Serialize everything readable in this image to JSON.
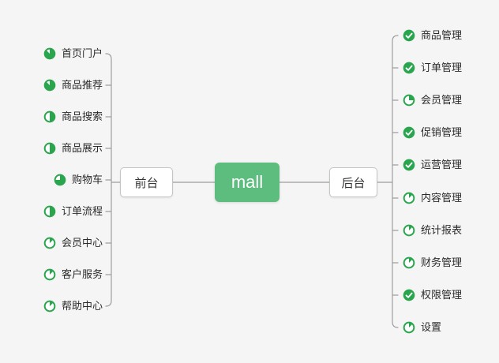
{
  "colors": {
    "accent": "#5dbd7f",
    "icon_green": "#29a54e",
    "line": "#9e9e9e",
    "node_border": "#c3c6c3",
    "text": "#2b2b2b",
    "background": "#f5f5f5"
  },
  "root": {
    "label": "mall"
  },
  "branches": {
    "front": {
      "label": "前台",
      "items": [
        {
          "label": "首页门户",
          "icon": "pie",
          "progress": 0.875
        },
        {
          "label": "商品推荐",
          "icon": "pie",
          "progress": 0.875
        },
        {
          "label": "商品搜索",
          "icon": "pie",
          "progress": 0.5
        },
        {
          "label": "商品展示",
          "icon": "pie",
          "progress": 0.5
        },
        {
          "label": "购物车",
          "icon": "pie",
          "progress": 0.75
        },
        {
          "label": "订单流程",
          "icon": "pie",
          "progress": 0.5
        },
        {
          "label": "会员中心",
          "icon": "pie",
          "progress": 0.125
        },
        {
          "label": "客户服务",
          "icon": "pie",
          "progress": 0.125
        },
        {
          "label": "帮助中心",
          "icon": "pie",
          "progress": 0.125
        }
      ]
    },
    "back": {
      "label": "后台",
      "items": [
        {
          "label": "商品管理",
          "icon": "check"
        },
        {
          "label": "订单管理",
          "icon": "check"
        },
        {
          "label": "会员管理",
          "icon": "pie",
          "progress": 0.25
        },
        {
          "label": "促销管理",
          "icon": "check"
        },
        {
          "label": "运营管理",
          "icon": "check"
        },
        {
          "label": "内容管理",
          "icon": "pie",
          "progress": 0.125
        },
        {
          "label": "统计报表",
          "icon": "pie",
          "progress": 0.125
        },
        {
          "label": "财务管理",
          "icon": "pie",
          "progress": 0.125
        },
        {
          "label": "权限管理",
          "icon": "check"
        },
        {
          "label": "设置",
          "icon": "pie",
          "progress": 0.125
        }
      ]
    }
  }
}
